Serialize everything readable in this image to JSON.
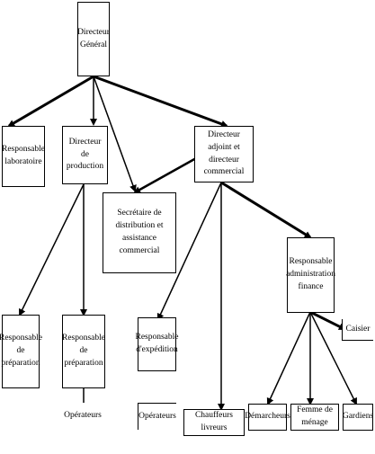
{
  "nodes": {
    "directeur_general": "Directeur\nGénéral",
    "responsable_laboratoire": "Responsable\nlaboratoire",
    "directeur_production": "Directeur de\nproduction",
    "directeur_adjoint": "Directeur adjoint et\ndirecteur commercial",
    "secretaire": "Secrétaire de\ndistribution et assistance\ncommercial",
    "responsable_preparation_1": "Responsable\nde\npréparation",
    "responsable_preparation_2": "Responsable\nde\npréparation",
    "responsable_expedition": "Responsable\nd'expédition",
    "responsable_admin": "Responsable\nadministration\nfinance",
    "caisier": "Caisier",
    "operateurs_1": "Opérateurs",
    "operateurs_2": "Opérateurs",
    "chauffeurs_livreurs": "Chauffeurs livreurs",
    "demarcheurs": "Démarcheurs",
    "femme_menage": "Femme de ménage",
    "gardiens": "Gardiens"
  }
}
